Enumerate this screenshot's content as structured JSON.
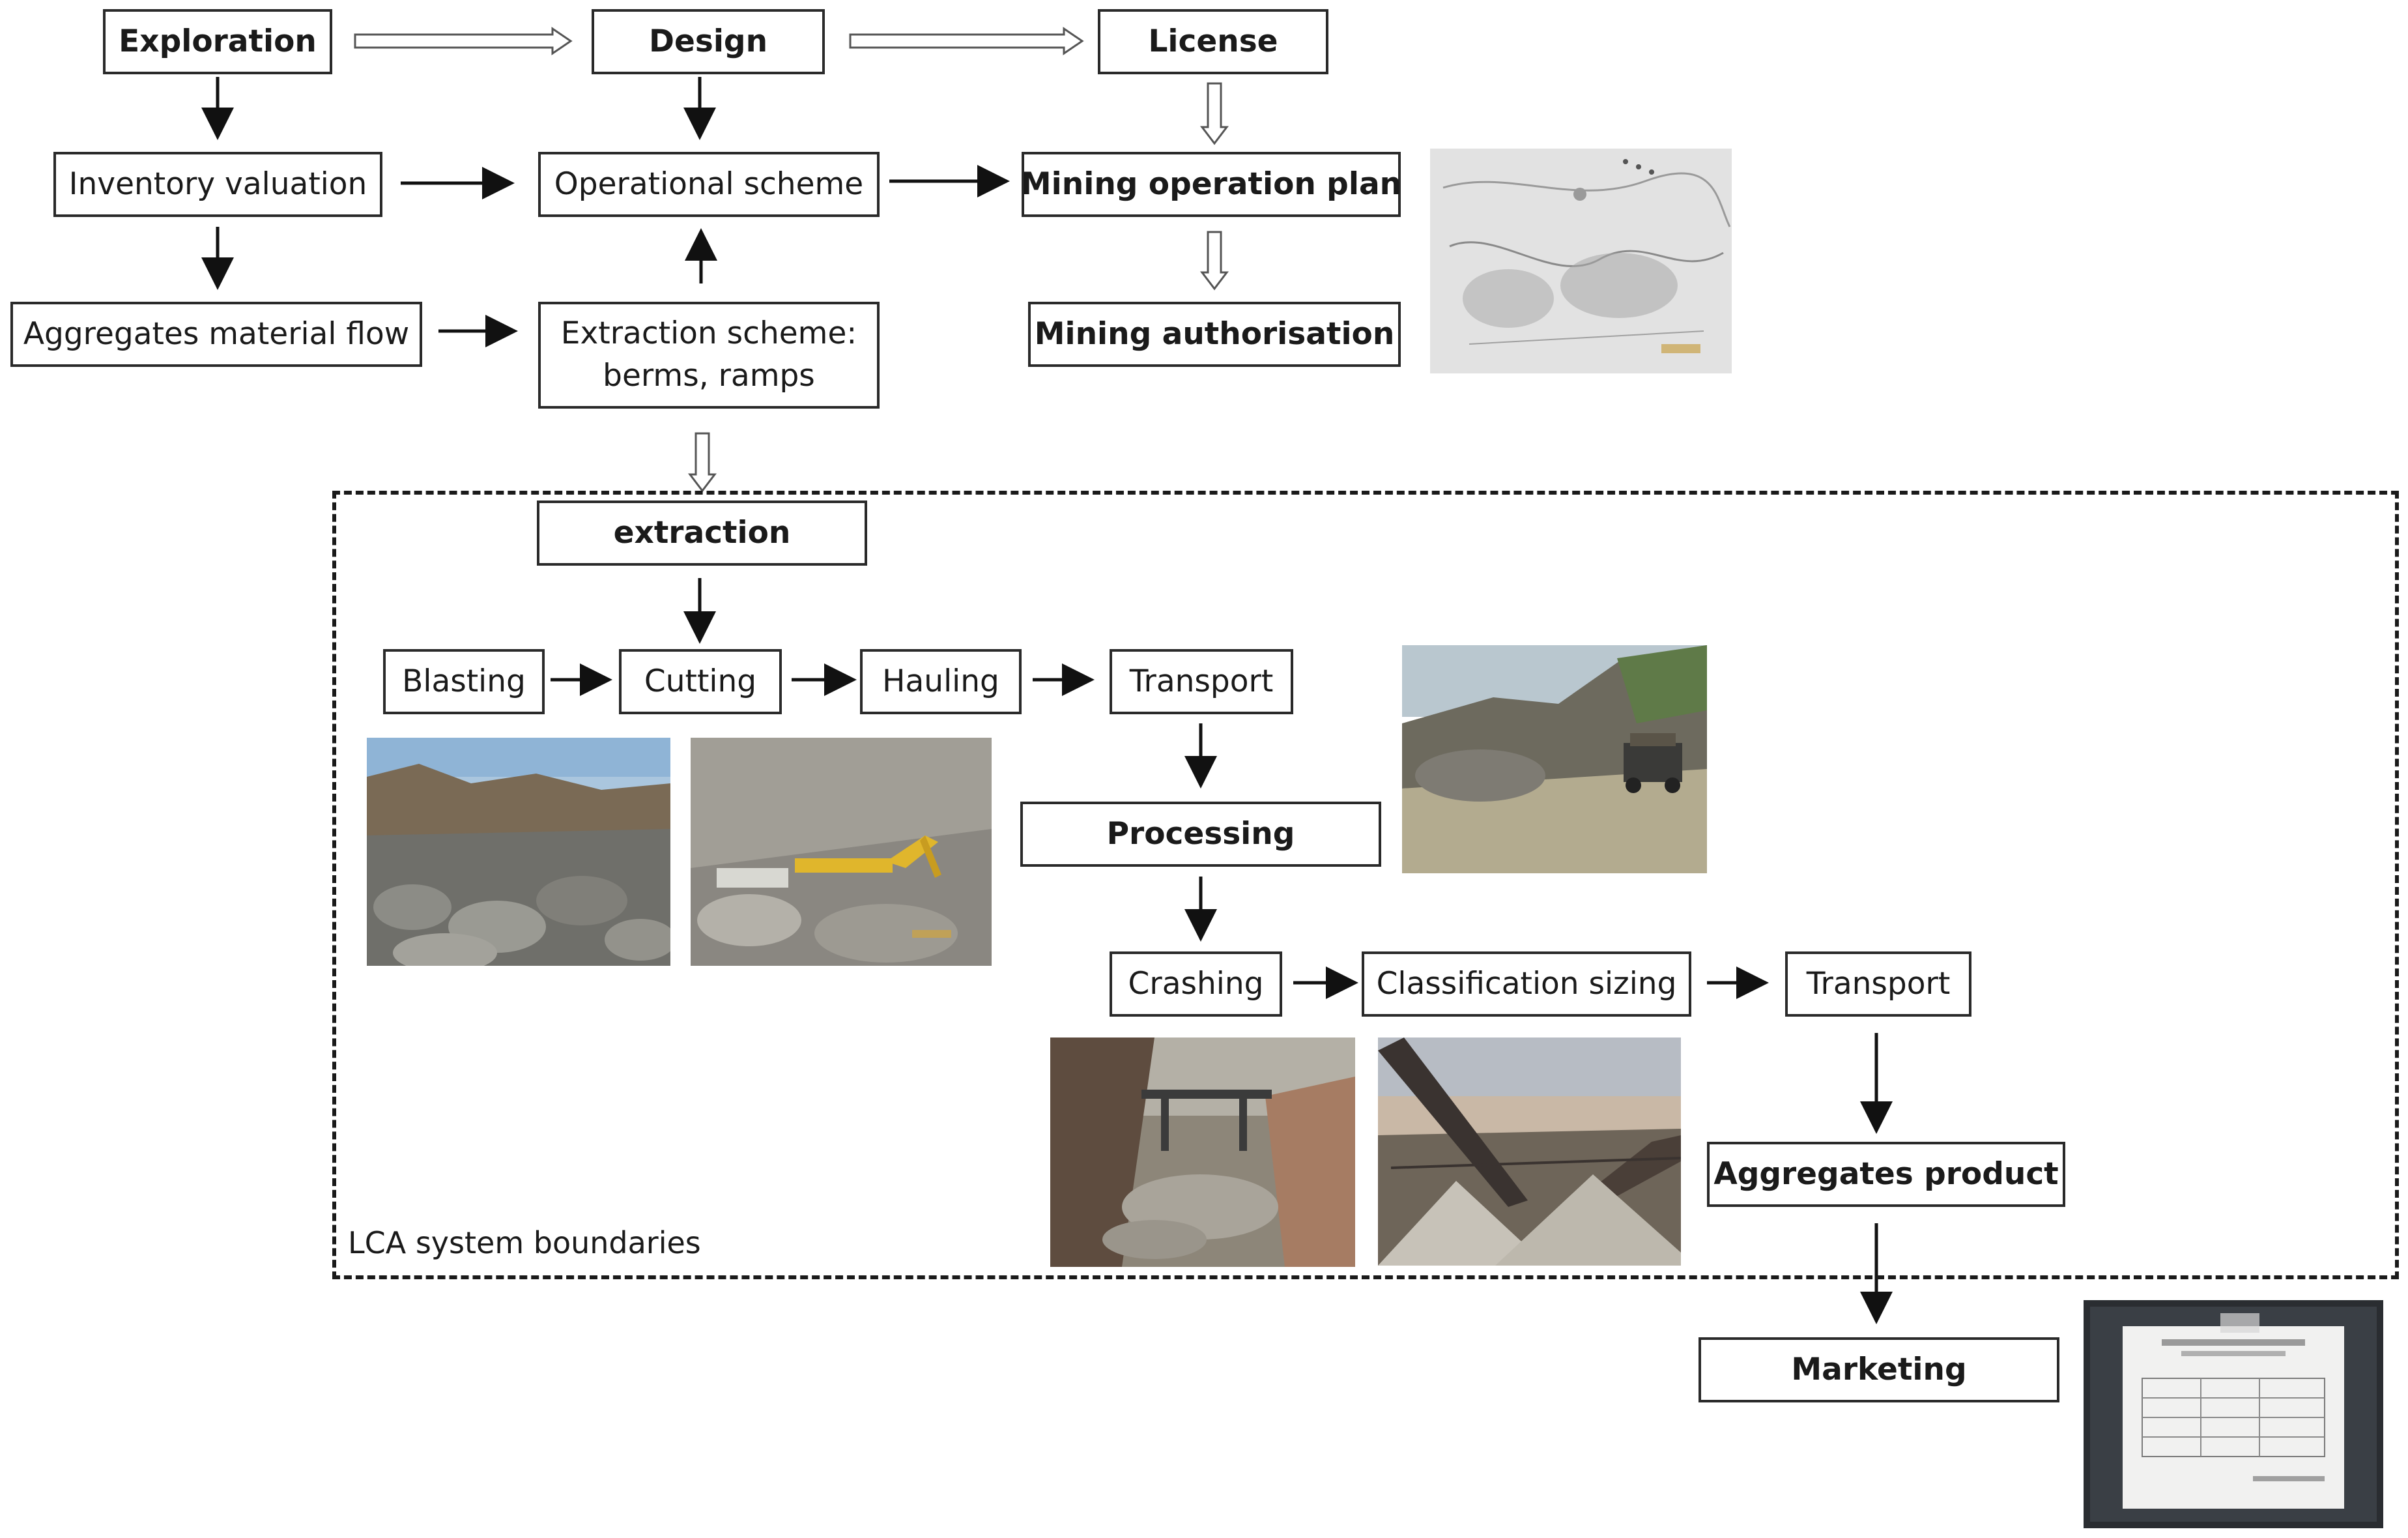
{
  "boxes": {
    "exploration": "Exploration",
    "design": "Design",
    "license": "License",
    "inventory_valuation": "Inventory valuation",
    "operational_scheme": "Operational scheme",
    "mining_operation_plan": "Mining operation plan",
    "aggregates_material_flow": "Aggregates material flow",
    "extraction_scheme_line1": "Extraction scheme:",
    "extraction_scheme_line2": "berms, ramps",
    "mining_authorisation": "Mining authorisation",
    "extraction": "extraction",
    "blasting": "Blasting",
    "cutting": "Cutting",
    "hauling": "Hauling",
    "transport_1": "Transport",
    "processing": "Processing",
    "crashing": "Crashing",
    "classification_sizing": "Classification sizing",
    "transport_2": "Transport",
    "aggregates_product": "Aggregates product",
    "marketing": "Marketing"
  },
  "boundary_label": "LCA system boundaries",
  "colors": {
    "box_border": "#2a2a2a",
    "arrow": "#111111",
    "hollow_arrow": "#555555",
    "boundary": "#1a1a1a"
  }
}
